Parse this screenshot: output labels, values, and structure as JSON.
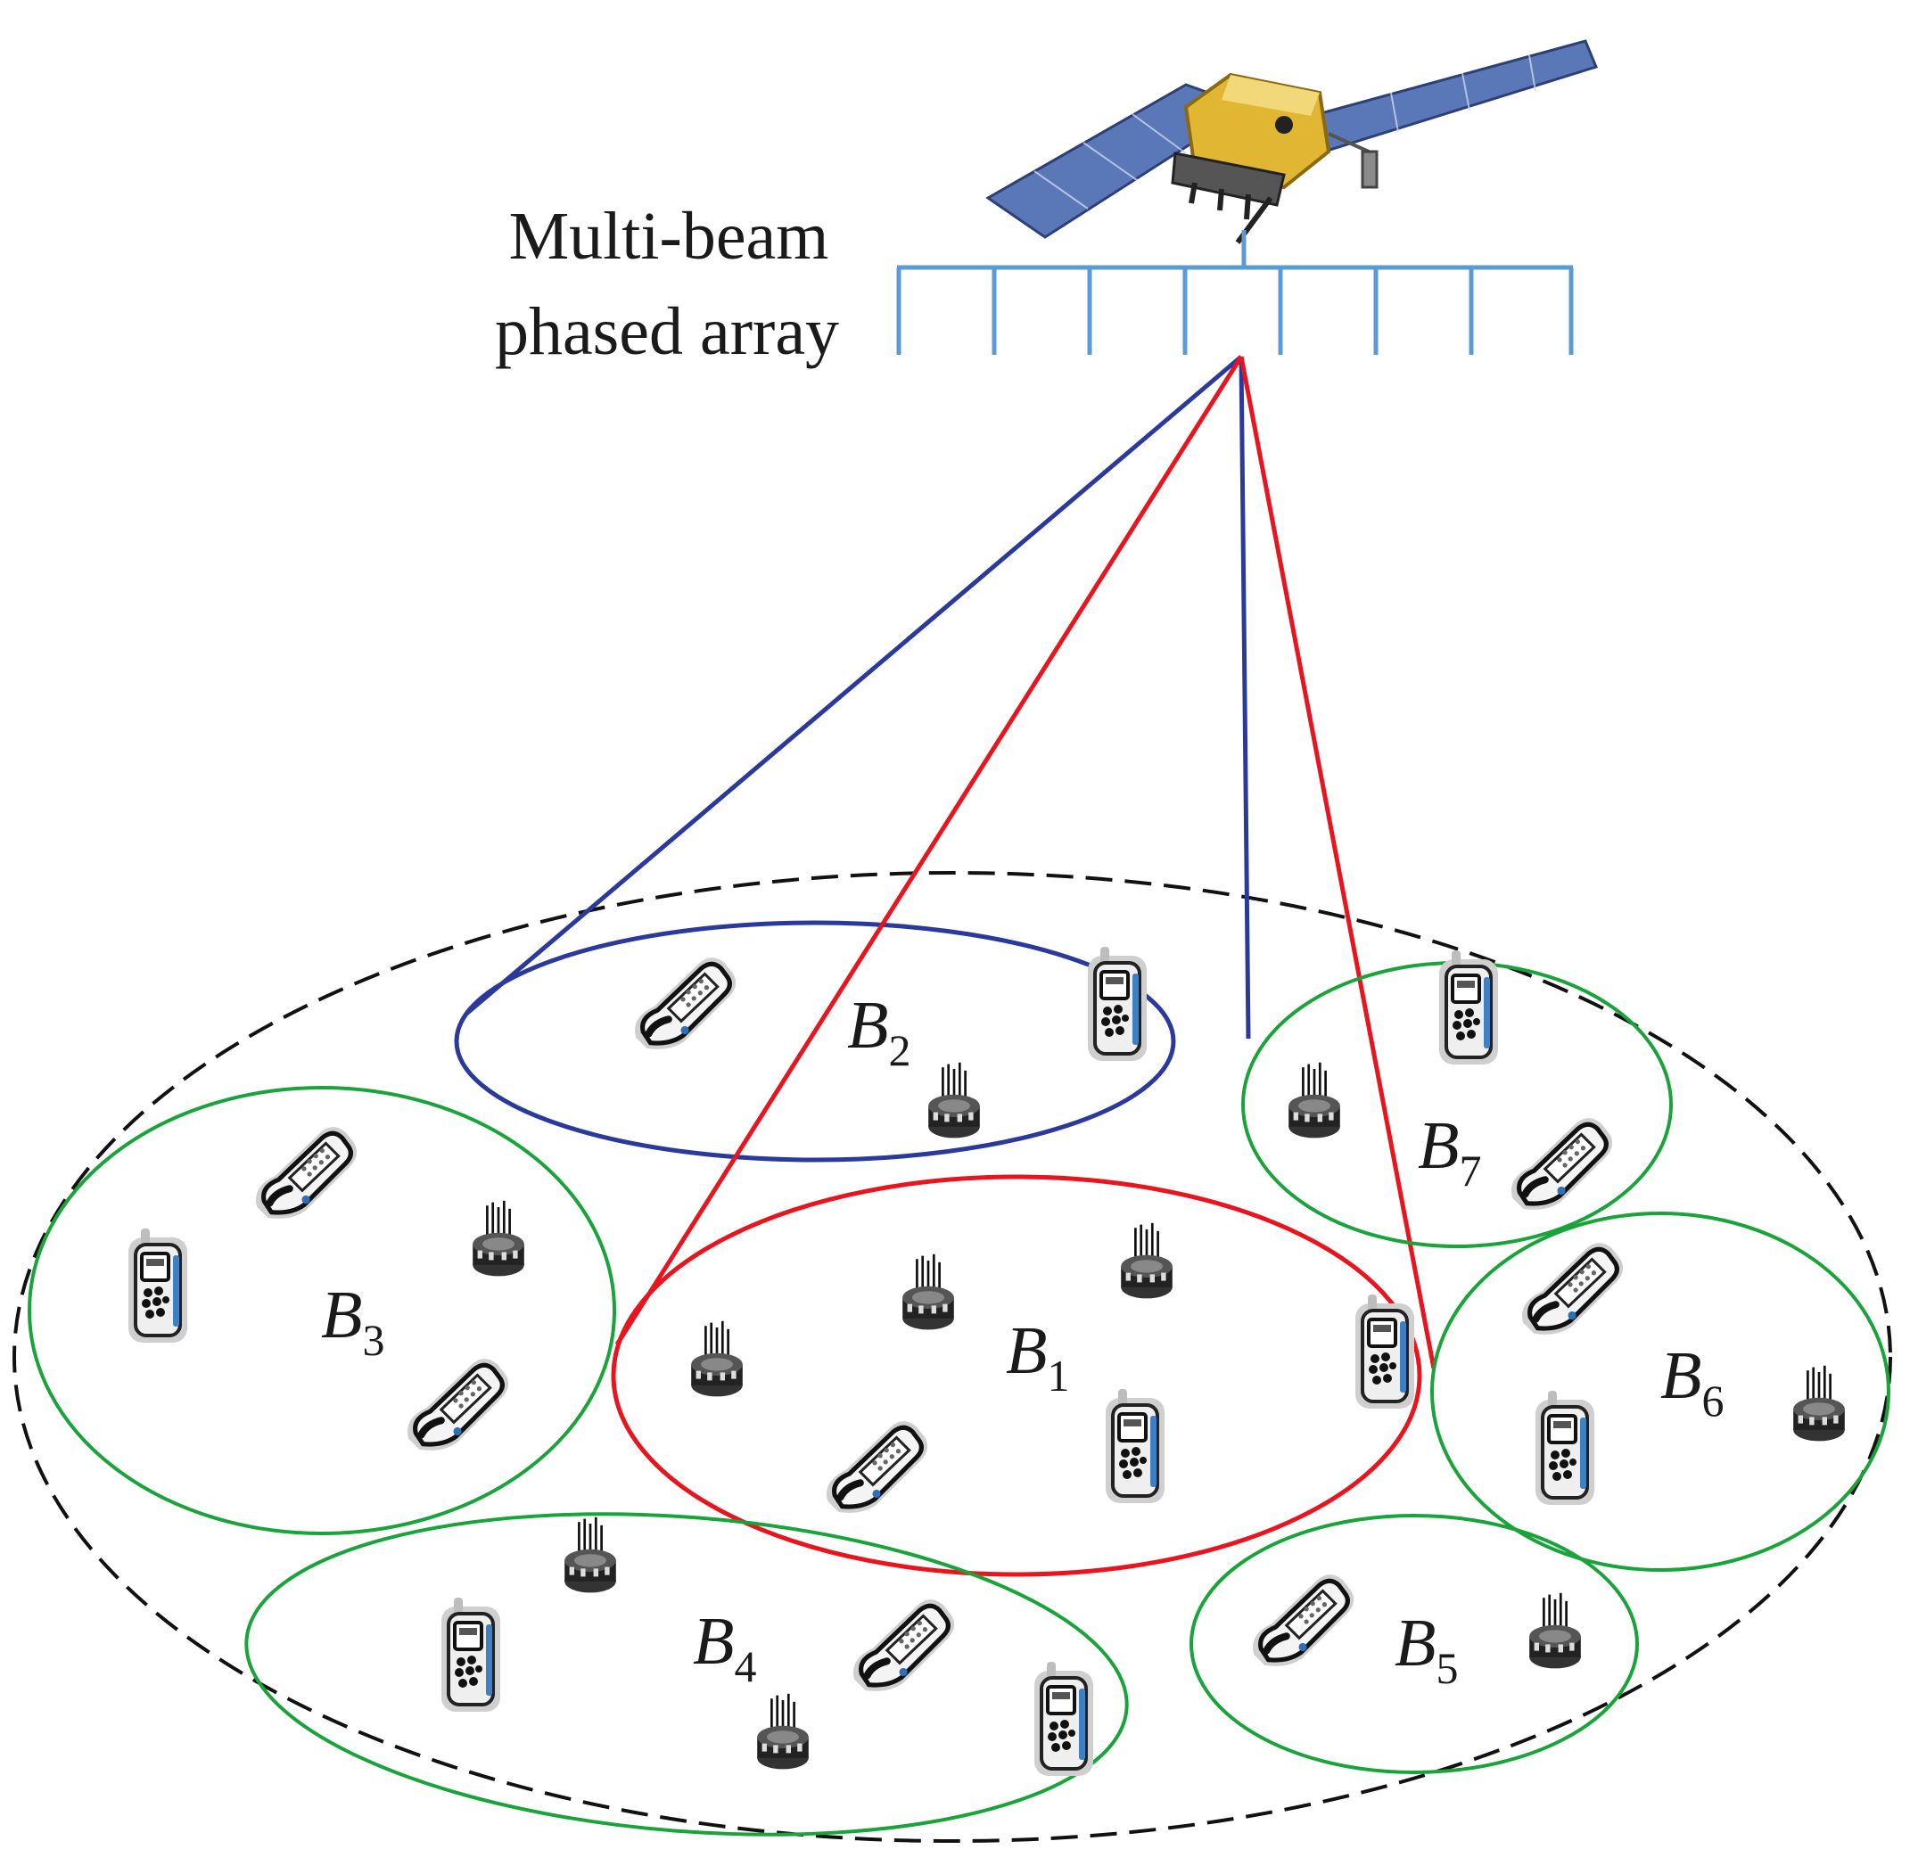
{
  "array_label": [
    "Multi-beam",
    "phased array"
  ],
  "beams": [
    {
      "id": "B1",
      "main": "B",
      "sub": "1"
    },
    {
      "id": "B2",
      "main": "B",
      "sub": "2"
    },
    {
      "id": "B3",
      "main": "B",
      "sub": "3"
    },
    {
      "id": "B4",
      "main": "B",
      "sub": "4"
    },
    {
      "id": "B5",
      "main": "B",
      "sub": "5"
    },
    {
      "id": "B6",
      "main": "B",
      "sub": "6"
    },
    {
      "id": "B7",
      "main": "B",
      "sub": "7"
    }
  ],
  "colors": {
    "array": "#5b9bd5",
    "beam_selected": "#e8141e",
    "beam_selected_alt": "#2b3a9a",
    "beam_other": "#1aa33a",
    "coverage_boundary": "#111111"
  },
  "icons": [
    "satellite-icon",
    "flip-phone-icon",
    "handheld-terminal-icon",
    "ground-terminal-icon"
  ]
}
